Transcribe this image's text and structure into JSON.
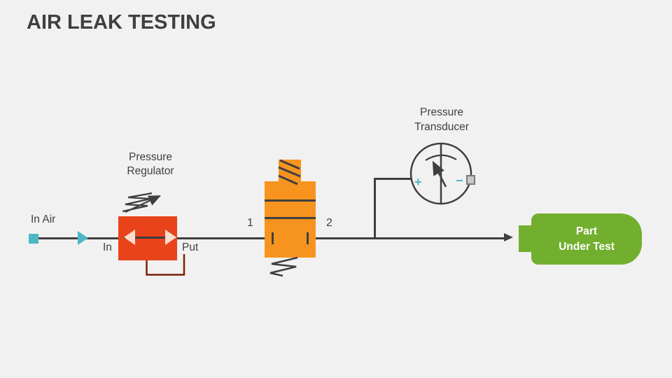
{
  "title": "AIR LEAK TESTING",
  "colors": {
    "background": "#F1F1F2",
    "ink": "#3F3F3F",
    "regulator_red": "#E8431B",
    "regulator_triangle": "#FADDCB",
    "feedback_maroon": "#7B2005",
    "valve_orange": "#F6941F",
    "teal": "#4CB7C5",
    "part_green": "#73AF2E",
    "port_gray": "#C8C8C8",
    "port_gray_border": "#7A7A7A",
    "white": "#FFFFFF"
  },
  "labels": {
    "in_air": "In Air",
    "regulator_line1": "Pressure",
    "regulator_line2": "Regulator",
    "regulator_in": "In",
    "regulator_put": "Put",
    "valve_port1": "1",
    "valve_port2": "2",
    "transducer_line1": "Pressure",
    "transducer_line2": "Transducer",
    "transducer_plus": "+",
    "transducer_minus": "−",
    "part_line1": "Part",
    "part_line2": "Under Test"
  }
}
